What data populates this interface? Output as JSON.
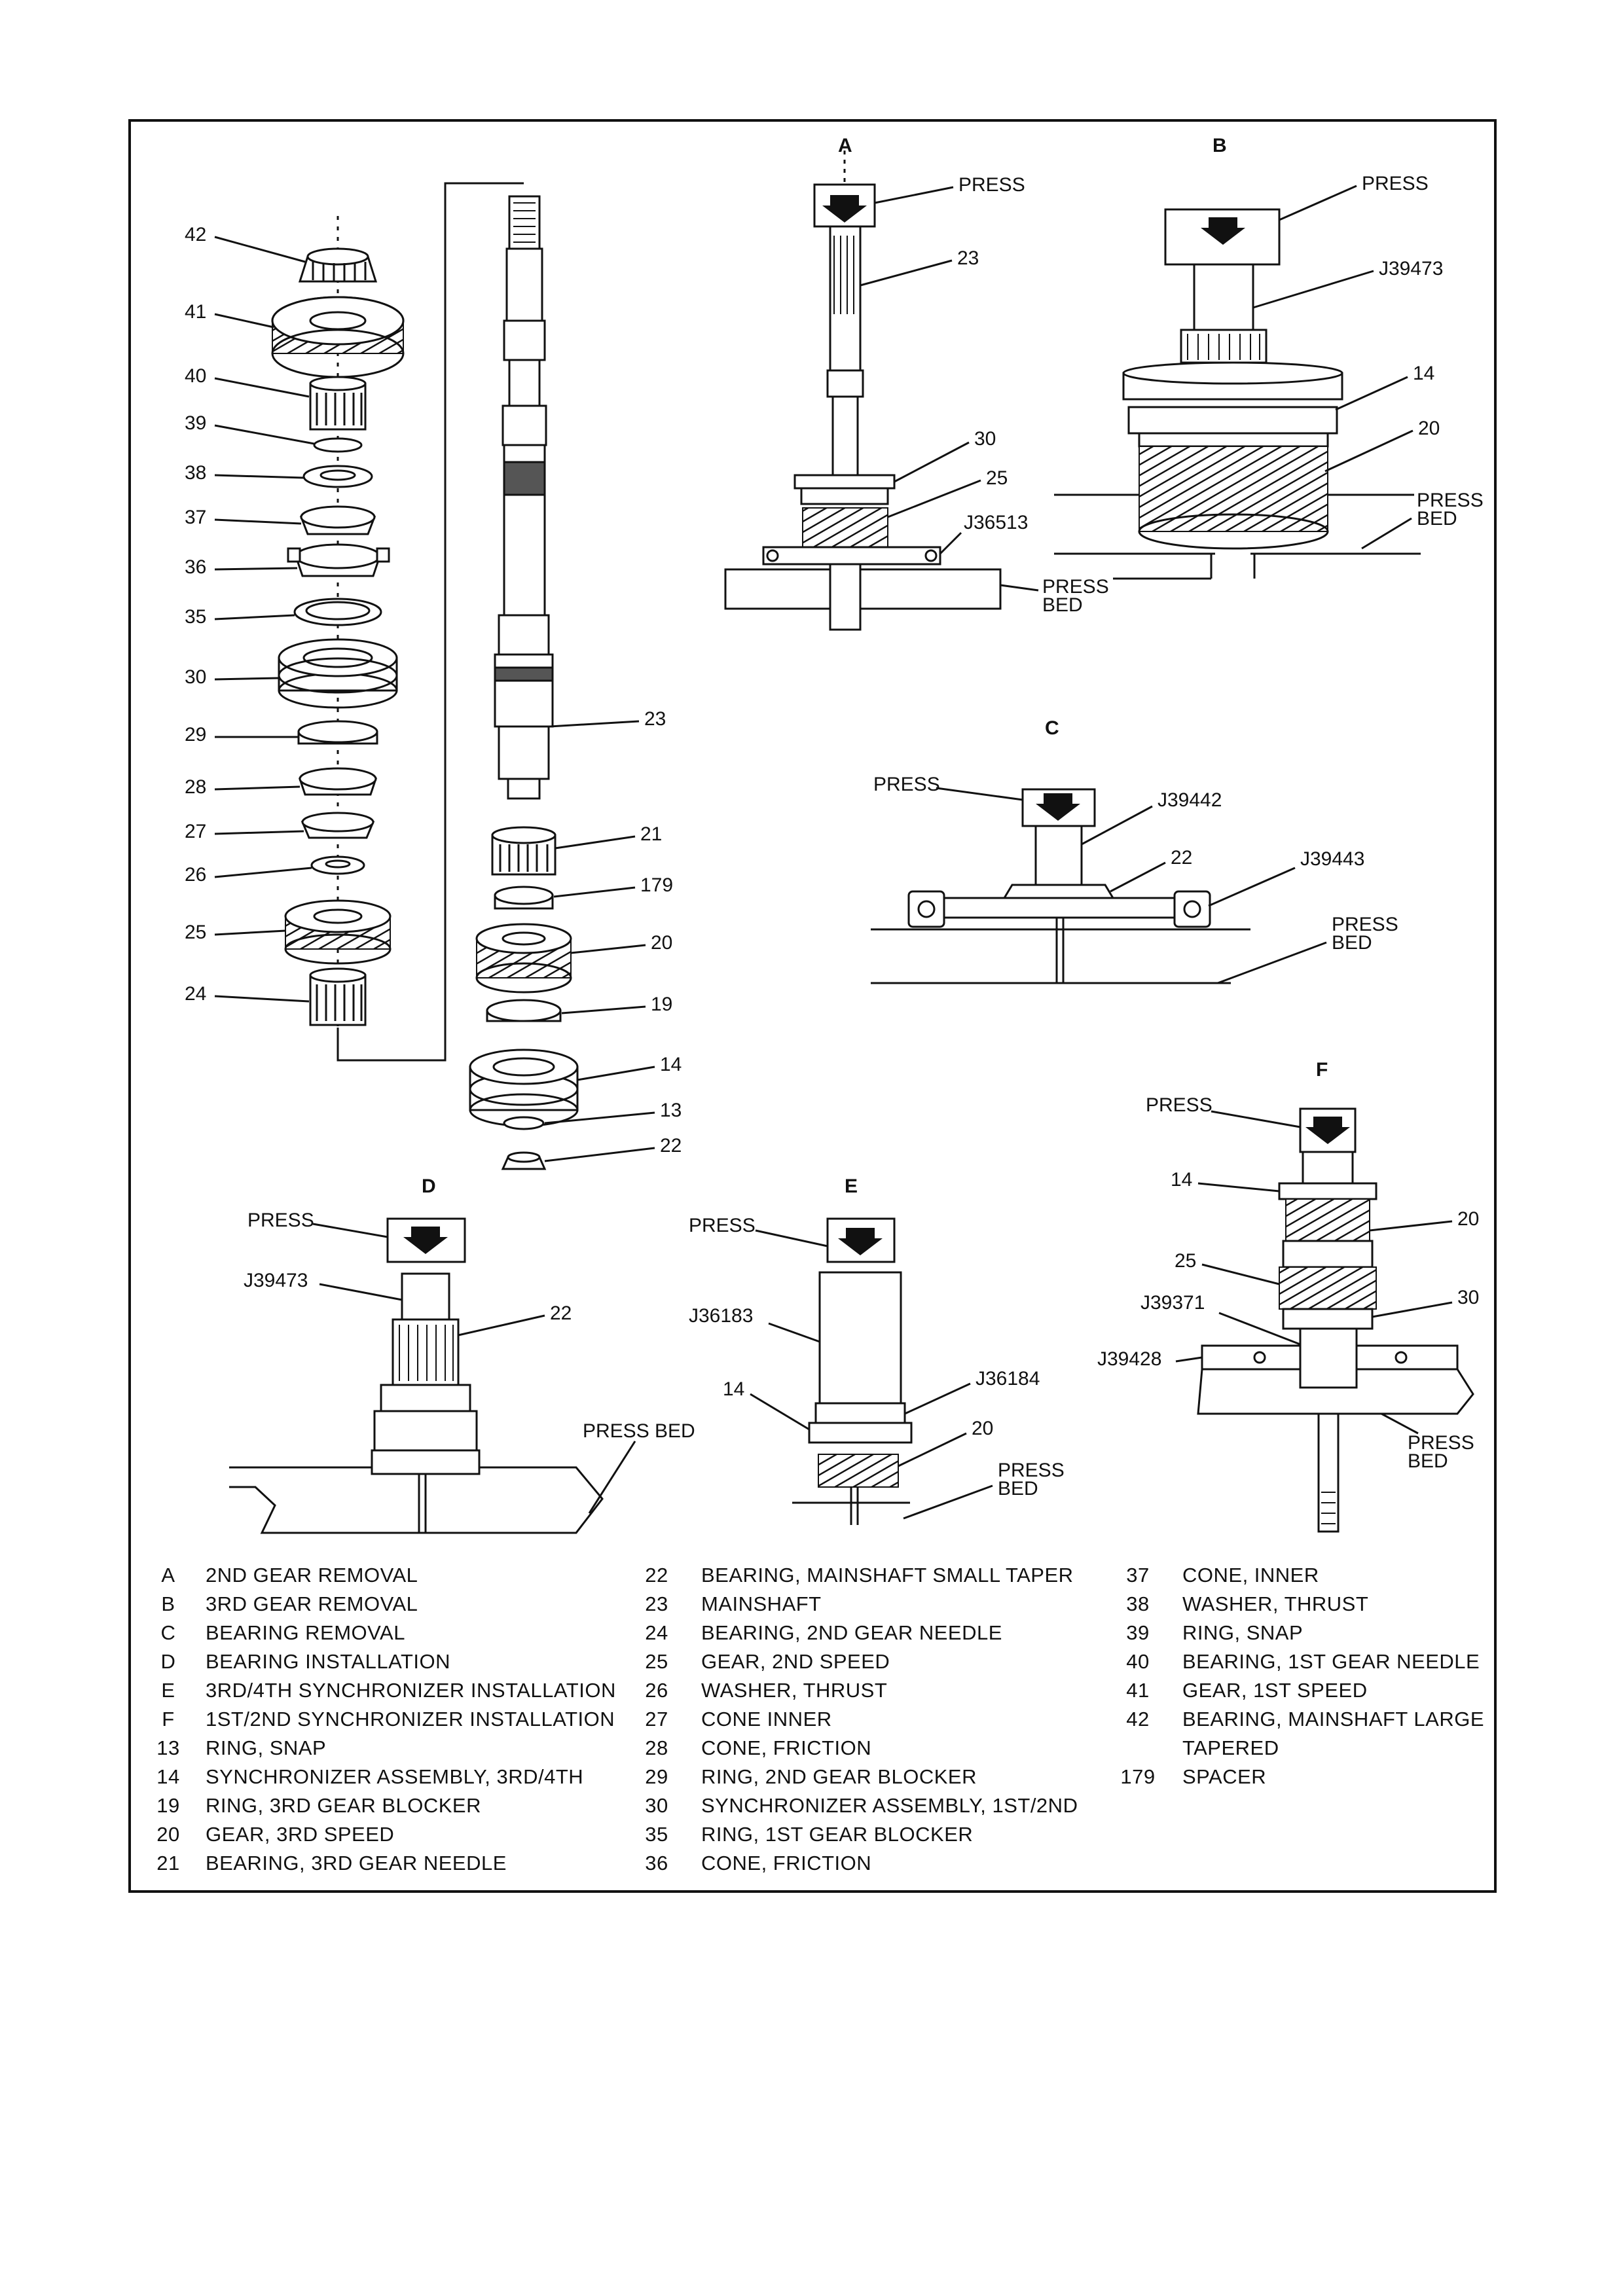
{
  "sections": {
    "a": "A",
    "b": "B",
    "c": "C",
    "d": "D",
    "e": "E",
    "f": "F"
  },
  "callouts": {
    "exploded": [
      "42",
      "41",
      "40",
      "39",
      "38",
      "37",
      "36",
      "35",
      "30",
      "29",
      "28",
      "27",
      "26",
      "25",
      "24"
    ],
    "shaft": [
      "23",
      "21",
      "179",
      "20",
      "19",
      "14",
      "13",
      "22"
    ]
  },
  "view_a": {
    "press": "PRESS",
    "shaft": "23",
    "sync": "30",
    "gear": "25",
    "tool": "J36513",
    "bed": [
      "PRESS",
      "BED"
    ]
  },
  "view_b": {
    "press": "PRESS",
    "tool": "J39473",
    "sync": "14",
    "gear": "20",
    "bed": [
      "PRESS",
      "BED"
    ]
  },
  "view_c": {
    "press": "PRESS",
    "tool1": "J39442",
    "bearing": "22",
    "tool2": "J39443",
    "bed": [
      "PRESS",
      "BED"
    ]
  },
  "view_d": {
    "press": "PRESS",
    "tool": "J39473",
    "bearing": "22",
    "bed": "PRESS BED"
  },
  "view_e": {
    "press": "PRESS",
    "tool1": "J36183",
    "tool2": "J36184",
    "sync": "14",
    "gear": "20",
    "bed": [
      "PRESS",
      "BED"
    ]
  },
  "view_f": {
    "press": "PRESS",
    "sync": "14",
    "gear3": "20",
    "gear2": "25",
    "tool1": "J39371",
    "sync2": "30",
    "tool2": "J39428",
    "bed": [
      "PRESS",
      "BED"
    ]
  },
  "legend": {
    "col1": [
      {
        "code": "A",
        "text": "2ND GEAR REMOVAL"
      },
      {
        "code": "B",
        "text": "3RD GEAR REMOVAL"
      },
      {
        "code": "C",
        "text": "BEARING REMOVAL"
      },
      {
        "code": "D",
        "text": "BEARING INSTALLATION"
      },
      {
        "code": "E",
        "text": "3RD/4TH SYNCHRONIZER INSTALLATION"
      },
      {
        "code": "F",
        "text": "1ST/2ND SYNCHRONIZER INSTALLATION"
      },
      {
        "code": "13",
        "text": "RING, SNAP"
      },
      {
        "code": "14",
        "text": "SYNCHRONIZER ASSEMBLY, 3RD/4TH"
      },
      {
        "code": "19",
        "text": "RING, 3RD GEAR BLOCKER"
      },
      {
        "code": "20",
        "text": "GEAR, 3RD SPEED"
      },
      {
        "code": "21",
        "text": "BEARING, 3RD GEAR NEEDLE"
      }
    ],
    "col2": [
      {
        "code": "22",
        "text": "BEARING, MAINSHAFT SMALL TAPER"
      },
      {
        "code": "23",
        "text": "MAINSHAFT"
      },
      {
        "code": "24",
        "text": "BEARING, 2ND GEAR NEEDLE"
      },
      {
        "code": "25",
        "text": "GEAR, 2ND SPEED"
      },
      {
        "code": "26",
        "text": "WASHER, THRUST"
      },
      {
        "code": "27",
        "text": "CONE INNER"
      },
      {
        "code": "28",
        "text": "CONE, FRICTION"
      },
      {
        "code": "29",
        "text": "RING, 2ND GEAR BLOCKER"
      },
      {
        "code": "30",
        "text": "SYNCHRONIZER ASSEMBLY, 1ST/2ND"
      },
      {
        "code": "35",
        "text": "RING, 1ST GEAR BLOCKER"
      },
      {
        "code": "36",
        "text": "CONE, FRICTION"
      }
    ],
    "col3": [
      {
        "code": "37",
        "text": "CONE, INNER"
      },
      {
        "code": "38",
        "text": "WASHER, THRUST"
      },
      {
        "code": "39",
        "text": "RING, SNAP"
      },
      {
        "code": "40",
        "text": "BEARING, 1ST GEAR NEEDLE"
      },
      {
        "code": "41",
        "text": "GEAR, 1ST SPEED"
      },
      {
        "code": "42",
        "text": "BEARING, MAINSHAFT LARGE TAPERED"
      },
      {
        "code": "179",
        "text": "SPACER"
      }
    ]
  }
}
